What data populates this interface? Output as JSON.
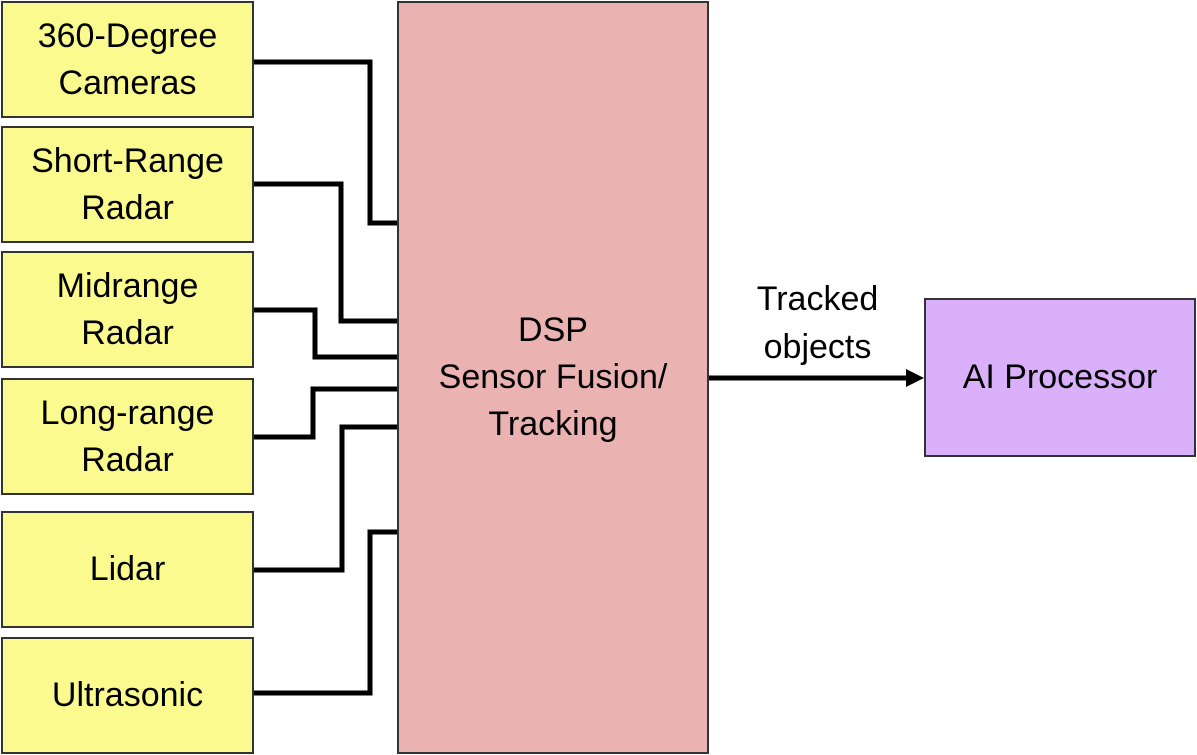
{
  "diagram": {
    "sensors": [
      {
        "id": "cameras",
        "line1": "360-Degree",
        "line2": "Cameras"
      },
      {
        "id": "short-range-radar",
        "line1": "Short-Range",
        "line2": "Radar"
      },
      {
        "id": "midrange-radar",
        "line1": "Midrange",
        "line2": "Radar"
      },
      {
        "id": "long-range-radar",
        "line1": "Long-range",
        "line2": "Radar"
      },
      {
        "id": "lidar",
        "line1": "Lidar",
        "line2": ""
      },
      {
        "id": "ultrasonic",
        "line1": "Ultrasonic",
        "line2": ""
      }
    ],
    "dsp": {
      "line1": "DSP",
      "line2": "Sensor Fusion/",
      "line3": "Tracking"
    },
    "edge_label": {
      "line1": "Tracked",
      "line2": "objects"
    },
    "ai_processor": {
      "label": "AI Processor"
    },
    "colors": {
      "sensor_fill": "#fafa8e",
      "dsp_fill": "#ebb2b2",
      "ai_fill": "#dbb0fb",
      "line": "#000000"
    }
  }
}
